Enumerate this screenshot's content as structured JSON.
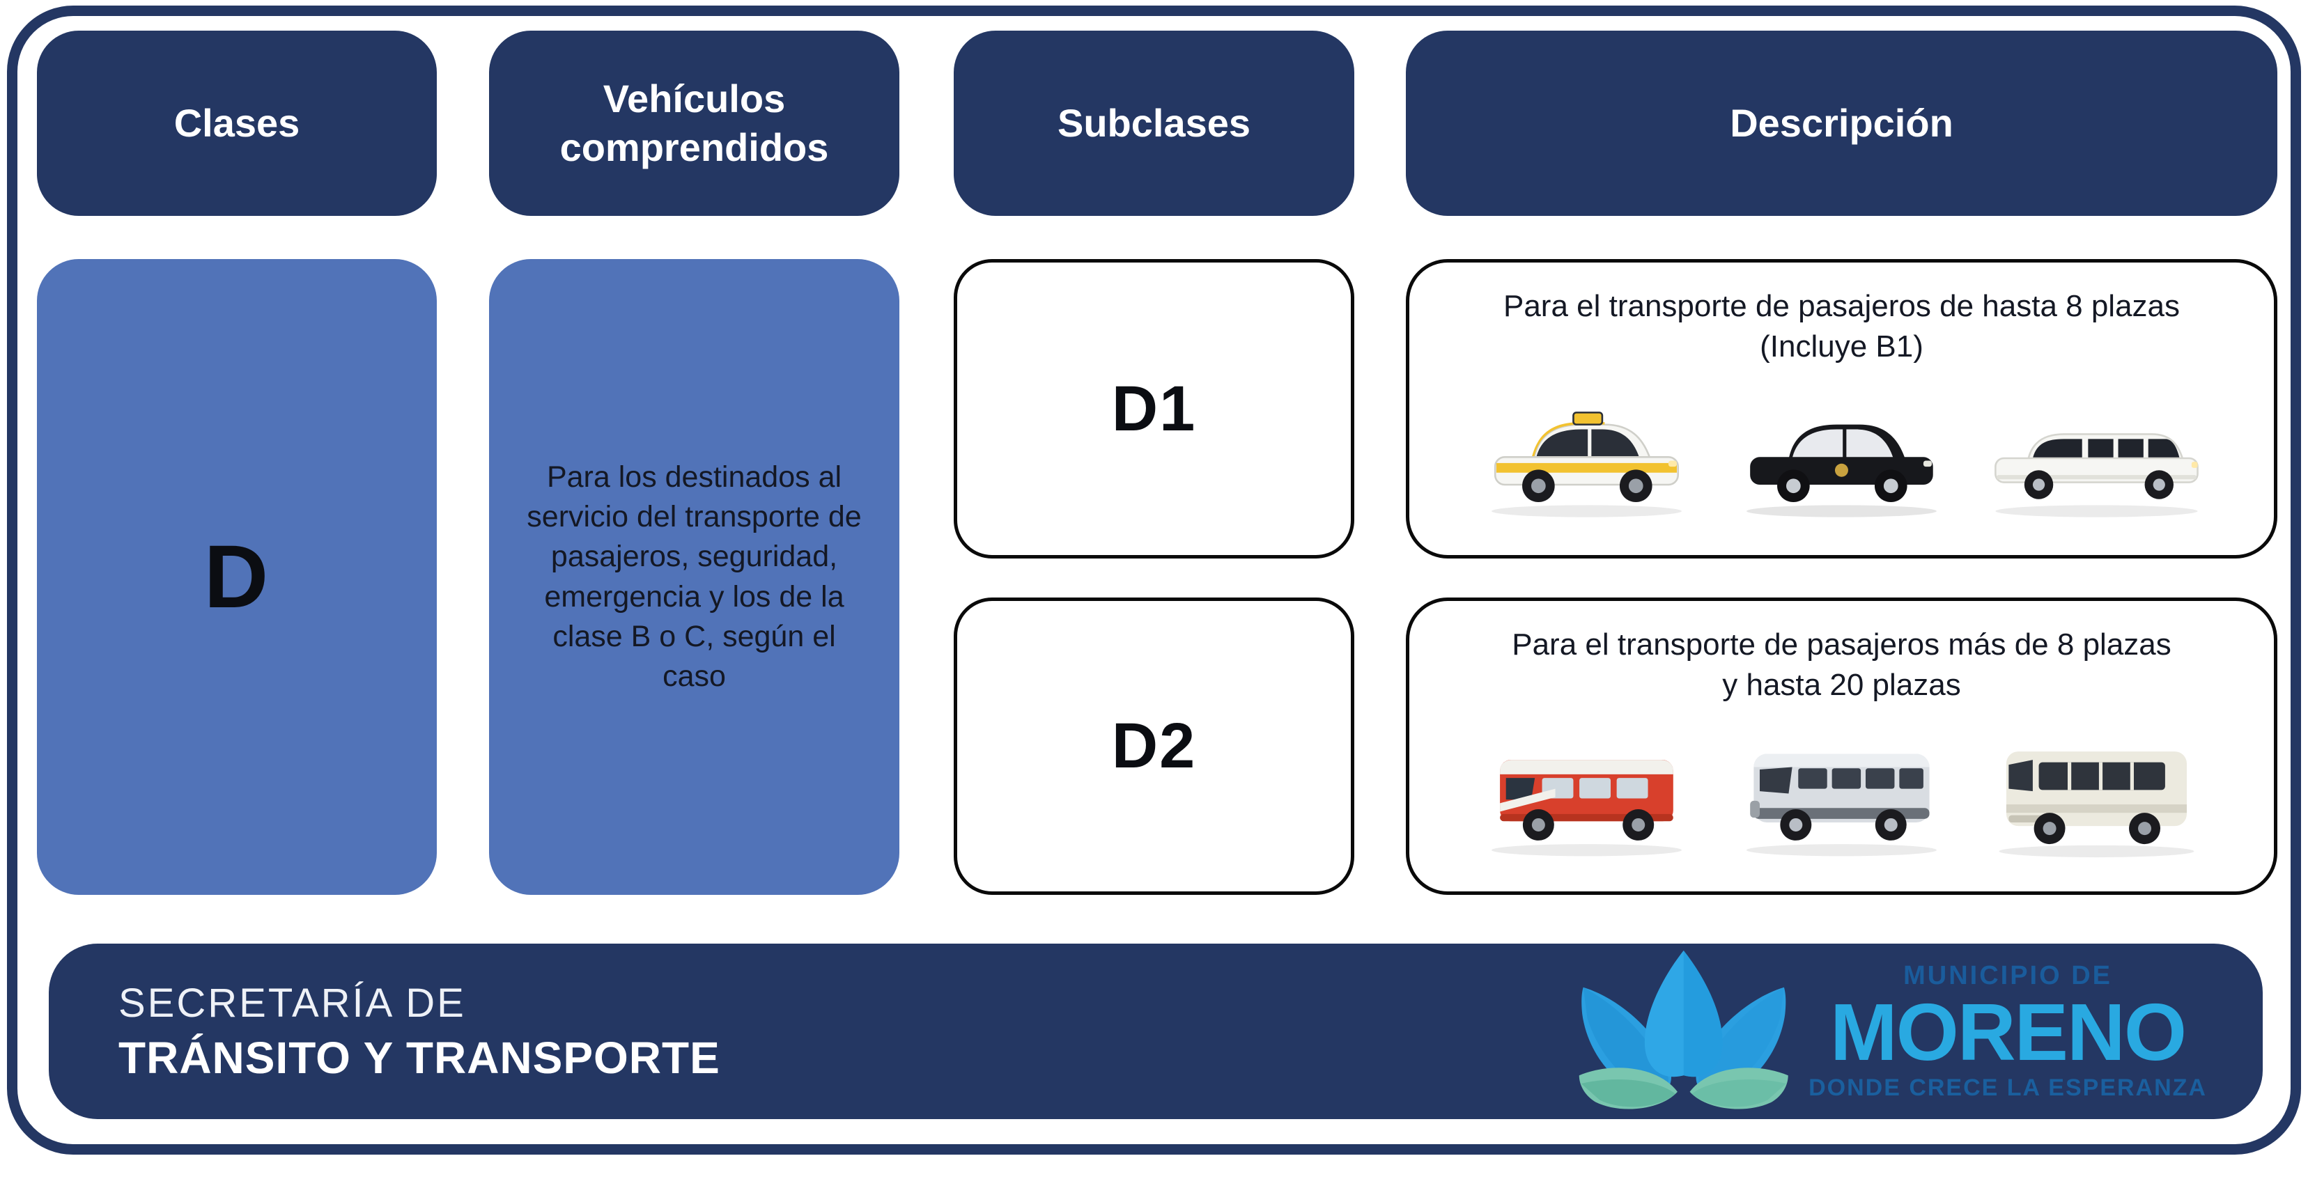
{
  "table": {
    "headers": {
      "clases": "Clases",
      "vehiculos": "Vehículos comprendidos",
      "subclases": "Subclases",
      "descripcion": "Descripción"
    },
    "clase": {
      "code": "D",
      "vehiculos_comprendidos": "Para los destinados al servicio del transporte de pasajeros, seguridad, emergencia y los de la clase B o C, según el caso"
    },
    "subclases": [
      {
        "code": "D1",
        "descripcion": "Para el transporte de pasajeros de hasta 8 plazas (Incluye B1)",
        "vehicles": [
          "taxi",
          "black-remise-sedan",
          "white-limousine"
        ]
      },
      {
        "code": "D2",
        "descripcion": "Para el transporte de pasajeros más de 8 plazas y hasta 20 plazas",
        "vehicles": [
          "school-van",
          "sprinter-minibus",
          "coaster-bus"
        ]
      }
    ]
  },
  "footer": {
    "secretaria_line1": "SECRETARÍA DE",
    "secretaria_line2": "TRÁNSITO Y TRANSPORTE",
    "logo": {
      "top": "MUNICIPIO DE",
      "name": "MORENO",
      "tagline": "DONDE CRECE LA ESPERANZA"
    }
  },
  "colors": {
    "navy": "#243763",
    "blue_cell": "#5173b8",
    "cyan": "#29a9e1",
    "logo_blue_dark": "#1a5f9e",
    "teal": "#79c6af"
  }
}
